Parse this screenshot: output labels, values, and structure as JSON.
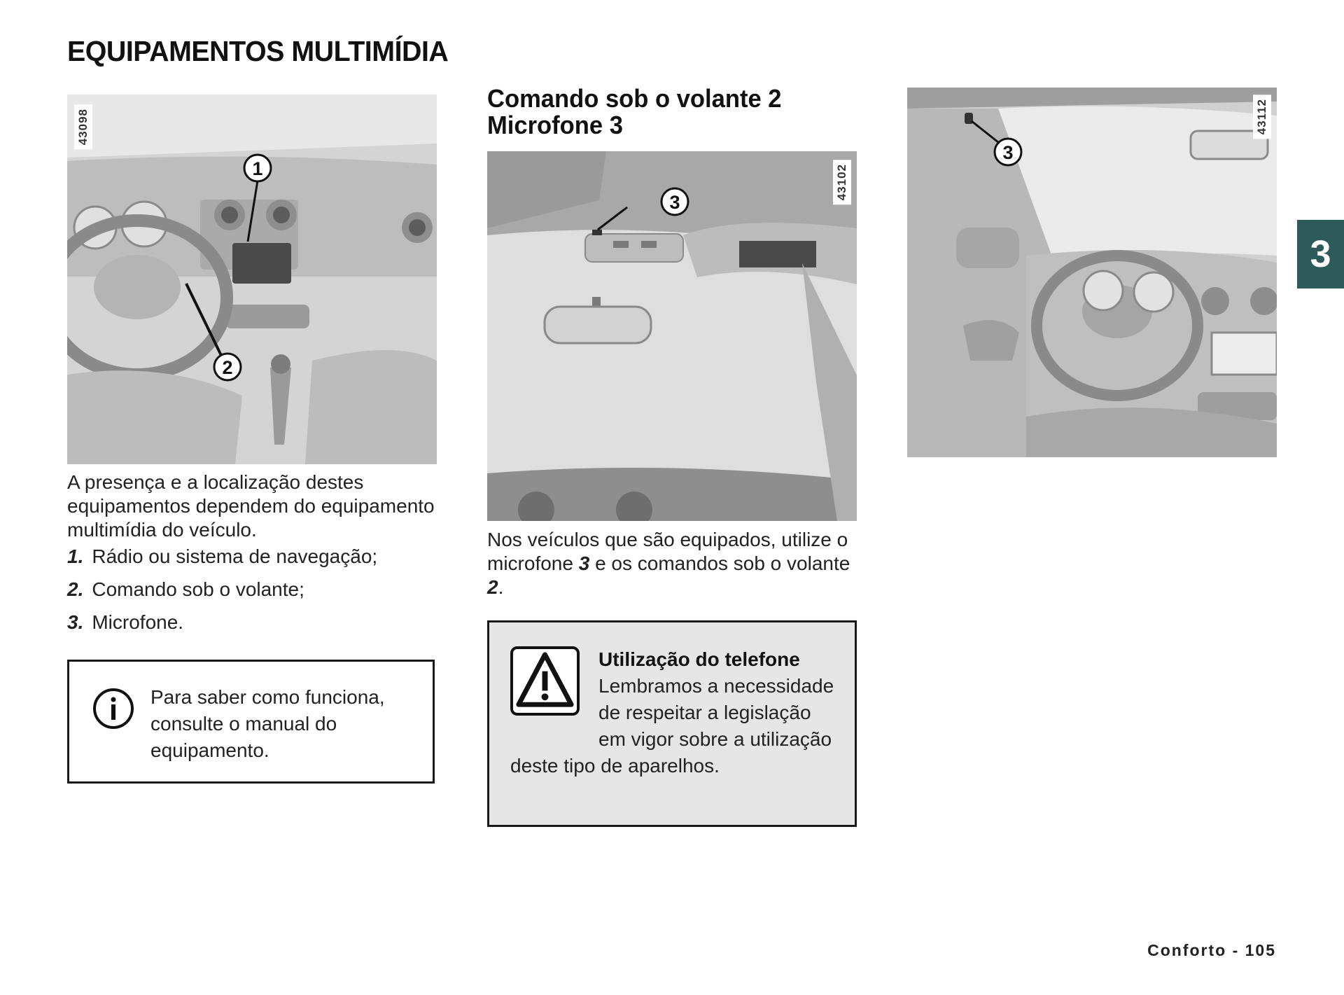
{
  "page_title": "EQUIPAMENTOS MULTIMÍDIA",
  "figures": {
    "dashboard": {
      "id": "43098",
      "callouts": [
        "1",
        "2"
      ]
    },
    "windscreen": {
      "id": "43102",
      "callouts": [
        "3"
      ]
    },
    "cabin": {
      "id": "43112",
      "callouts": [
        "3"
      ]
    }
  },
  "intro_text": "A presença e a localização destes equipamentos dependem do equipamento multimídia do veículo.",
  "items": [
    {
      "num": "1.",
      "label": "Rádio ou sistema de navegação;"
    },
    {
      "num": "2.",
      "label": "Comando sob o volante;"
    },
    {
      "num": "3.",
      "label": "Microfone."
    }
  ],
  "info_note": "Para saber como funciona, consulte o manual do equipamento.",
  "section": {
    "heading_line1": "Comando sob o volante 2",
    "heading_line2": "Microfone 3",
    "text_part1": "Nos veículos que são equipados, utilize o microfone ",
    "text_ref_mic": "3",
    "text_part2": " e os comandos sob o volante ",
    "text_ref_cmd": "2",
    "text_part3": "."
  },
  "warning": {
    "title": "Utilização do telefone",
    "body": "Lembramos a necessidade de respeitar a legislação em vigor sobre a utilização deste tipo de aparelhos."
  },
  "chapter_tab": "3",
  "footer": "Conforto - 105",
  "colors": {
    "chapter_tab": "#2d5b5a",
    "warning_bg": "#e6e6e6"
  }
}
